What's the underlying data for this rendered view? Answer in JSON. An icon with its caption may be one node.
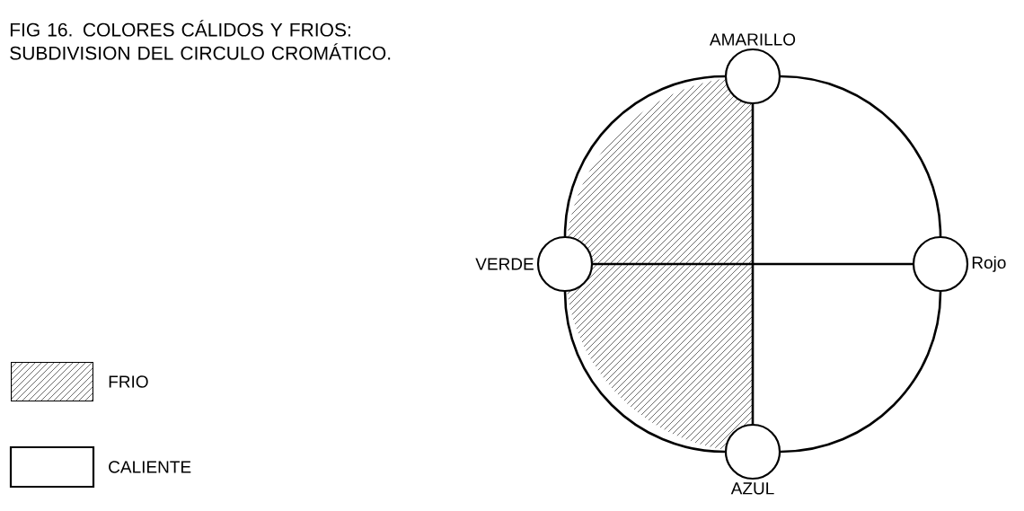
{
  "diagram": {
    "title": "FIG 16. COLORES CÁLIDOS Y FRIOS: SUBDIVISION DEL CIRCULO CROMÁTICO.",
    "nodes": [
      {
        "text": [
          "AMARILLO"
        ]
      },
      {
        "text": [
          "VERDE"
        ]
      },
      {
        "text": [
          "Rojo"
        ]
      },
      {
        "text": [
          "AZUL"
        ]
      }
    ],
    "edges": [
      {
        "from": 0,
        "to": 3,
        "arrow": "none"
      },
      {
        "from": 1,
        "to": 2,
        "arrow": "none"
      },
      {
        "from": 0,
        "to": 2,
        "arrow": "none"
      },
      {
        "from": 2,
        "to": 3,
        "arrow": "none"
      },
      {
        "from": 3,
        "to": 1,
        "arrow": "none"
      },
      {
        "from": 1,
        "to": 0,
        "arrow": "none"
      }
    ],
    "legend": [
      {
        "text": "FRIO"
      },
      {
        "text": "CALIENTE"
      }
    ]
  }
}
